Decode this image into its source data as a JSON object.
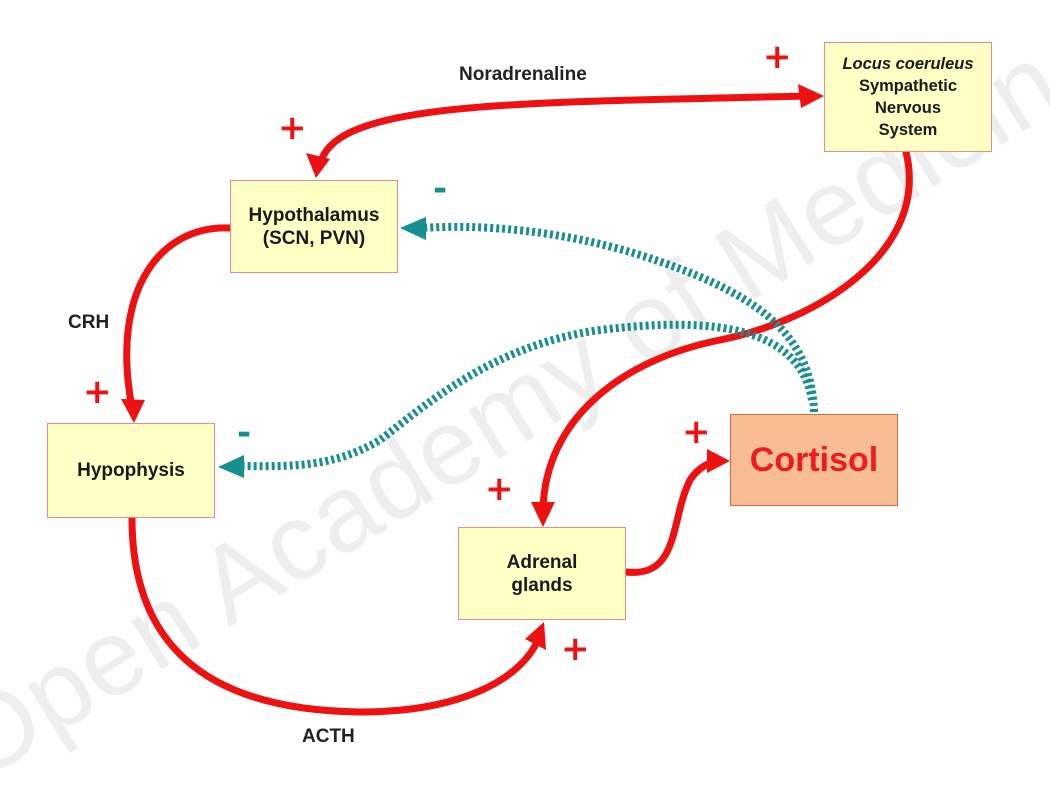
{
  "watermark": "Open Academy of Medicine",
  "nodes": {
    "locus": {
      "line1": "Locus coeruleus",
      "line2": "Sympathetic",
      "line3": "Nervous",
      "line4": "System"
    },
    "hypothalamus": {
      "line1": "Hypothalamus",
      "line2": "(SCN, PVN)"
    },
    "hypophysis": {
      "line1": "Hypophysis"
    },
    "adrenal": {
      "line1": "Adrenal",
      "line2": "glands"
    },
    "cortisol": {
      "line1": "Cortisol"
    }
  },
  "labels": {
    "noradrenaline": "Noradrenaline",
    "crh": "CRH",
    "acth": "ACTH"
  },
  "signs": {
    "plus": "+",
    "minus": "-"
  },
  "colors": {
    "stimulation_arrow": "#ee1111",
    "inhibition_arrow": "#178f8f",
    "box_fill": "#ffffc6",
    "cortisol_fill": "#f9bd95",
    "cortisol_text": "#ee1c1c"
  }
}
